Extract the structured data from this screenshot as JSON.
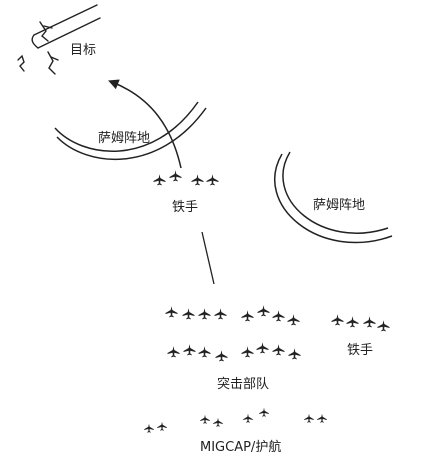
{
  "labels": {
    "target": "目标",
    "sam_site_left": "萨姆阵地",
    "sam_site_right": "萨姆阵地",
    "iron_hand_top": "铁手",
    "iron_hand_right": "铁手",
    "strike_force": "突击部队",
    "migcap_escort": "MIGCAP/护航"
  },
  "colors": {
    "ink": "#222222",
    "background": "#ffffff"
  },
  "groups": {
    "iron_hand_top": {
      "count": 4
    },
    "strike_force": {
      "count": 16
    },
    "iron_hand_right": {
      "count": 4
    },
    "migcap_escort": {
      "count": 8
    }
  }
}
